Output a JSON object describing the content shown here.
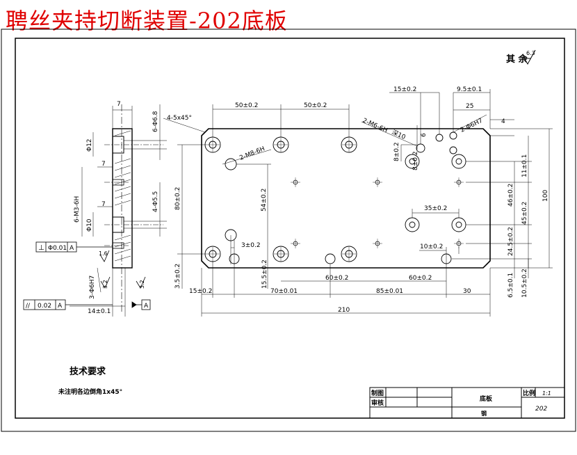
{
  "title": "聘丝夹持切断装置-202底板",
  "roughness": {
    "label": "其 余",
    "value": "6.3"
  },
  "tech": {
    "heading": "技术要求",
    "note": "未注明各边倒角1x45°"
  },
  "title_block": {
    "drawn": "制图",
    "checked": "审核",
    "part_name": "底板",
    "scale_label": "比例",
    "scale_value": "1:1",
    "drawing_no": "202",
    "material": "钢"
  },
  "side_view": {
    "dims": {
      "top_width": "7",
      "mid_width_1": "7",
      "mid_width_2": "7",
      "hole_depth_top": "6-Φ6.8",
      "bore_1": "Φ12",
      "thread": "6-M3-6H",
      "through": "4-Φ5.5",
      "bore_2": "Φ10",
      "pin": "3-Φ6H7",
      "bottom": "14±0.1",
      "r_16": "1.6",
      "r_32a": "3.2",
      "r_32b": "3.2"
    },
    "perp_tolerance": {
      "symbol": "⊥",
      "value": "Φ0.01",
      "datum": "A"
    },
    "parallel_tolerance": {
      "symbol": "//",
      "value": "0.02",
      "datum": "A"
    },
    "datum_label": "A"
  },
  "plan_view": {
    "dims": {
      "chamfer": "4-5x45°",
      "d50a": "50±0.2",
      "d50b": "50±0.2",
      "d15": "15±0.2",
      "d95": "9.5±0.1",
      "d25": "25",
      "m6_top": "2-M6-6H",
      "deep": "深10",
      "d6": "6",
      "pin_h7": "2-Φ6H7",
      "d4": "4",
      "m8": "2-M8-6H",
      "d8a": "8±0.2",
      "d8b": "8±0.2",
      "d11": "11±0.1",
      "d80": "80±0.2",
      "d54": "54±0.2",
      "d46": "46±0.2",
      "d100": "100",
      "d35": "35±0.2",
      "d45": "45±0.2",
      "d3": "3±0.2",
      "d10": "10±0.2",
      "d245": "24.5±0.2",
      "d35v": "3.5±0.2",
      "d155": "15.5±0.2",
      "d60a": "60±0.2",
      "d60b": "60±0.2",
      "d65": "6.5±0.1",
      "d105": "10.5±0.2",
      "d15b": "15±0.2",
      "d70": "70±0.01",
      "d85": "85±0.01",
      "d30": "30",
      "d210": "210"
    }
  }
}
